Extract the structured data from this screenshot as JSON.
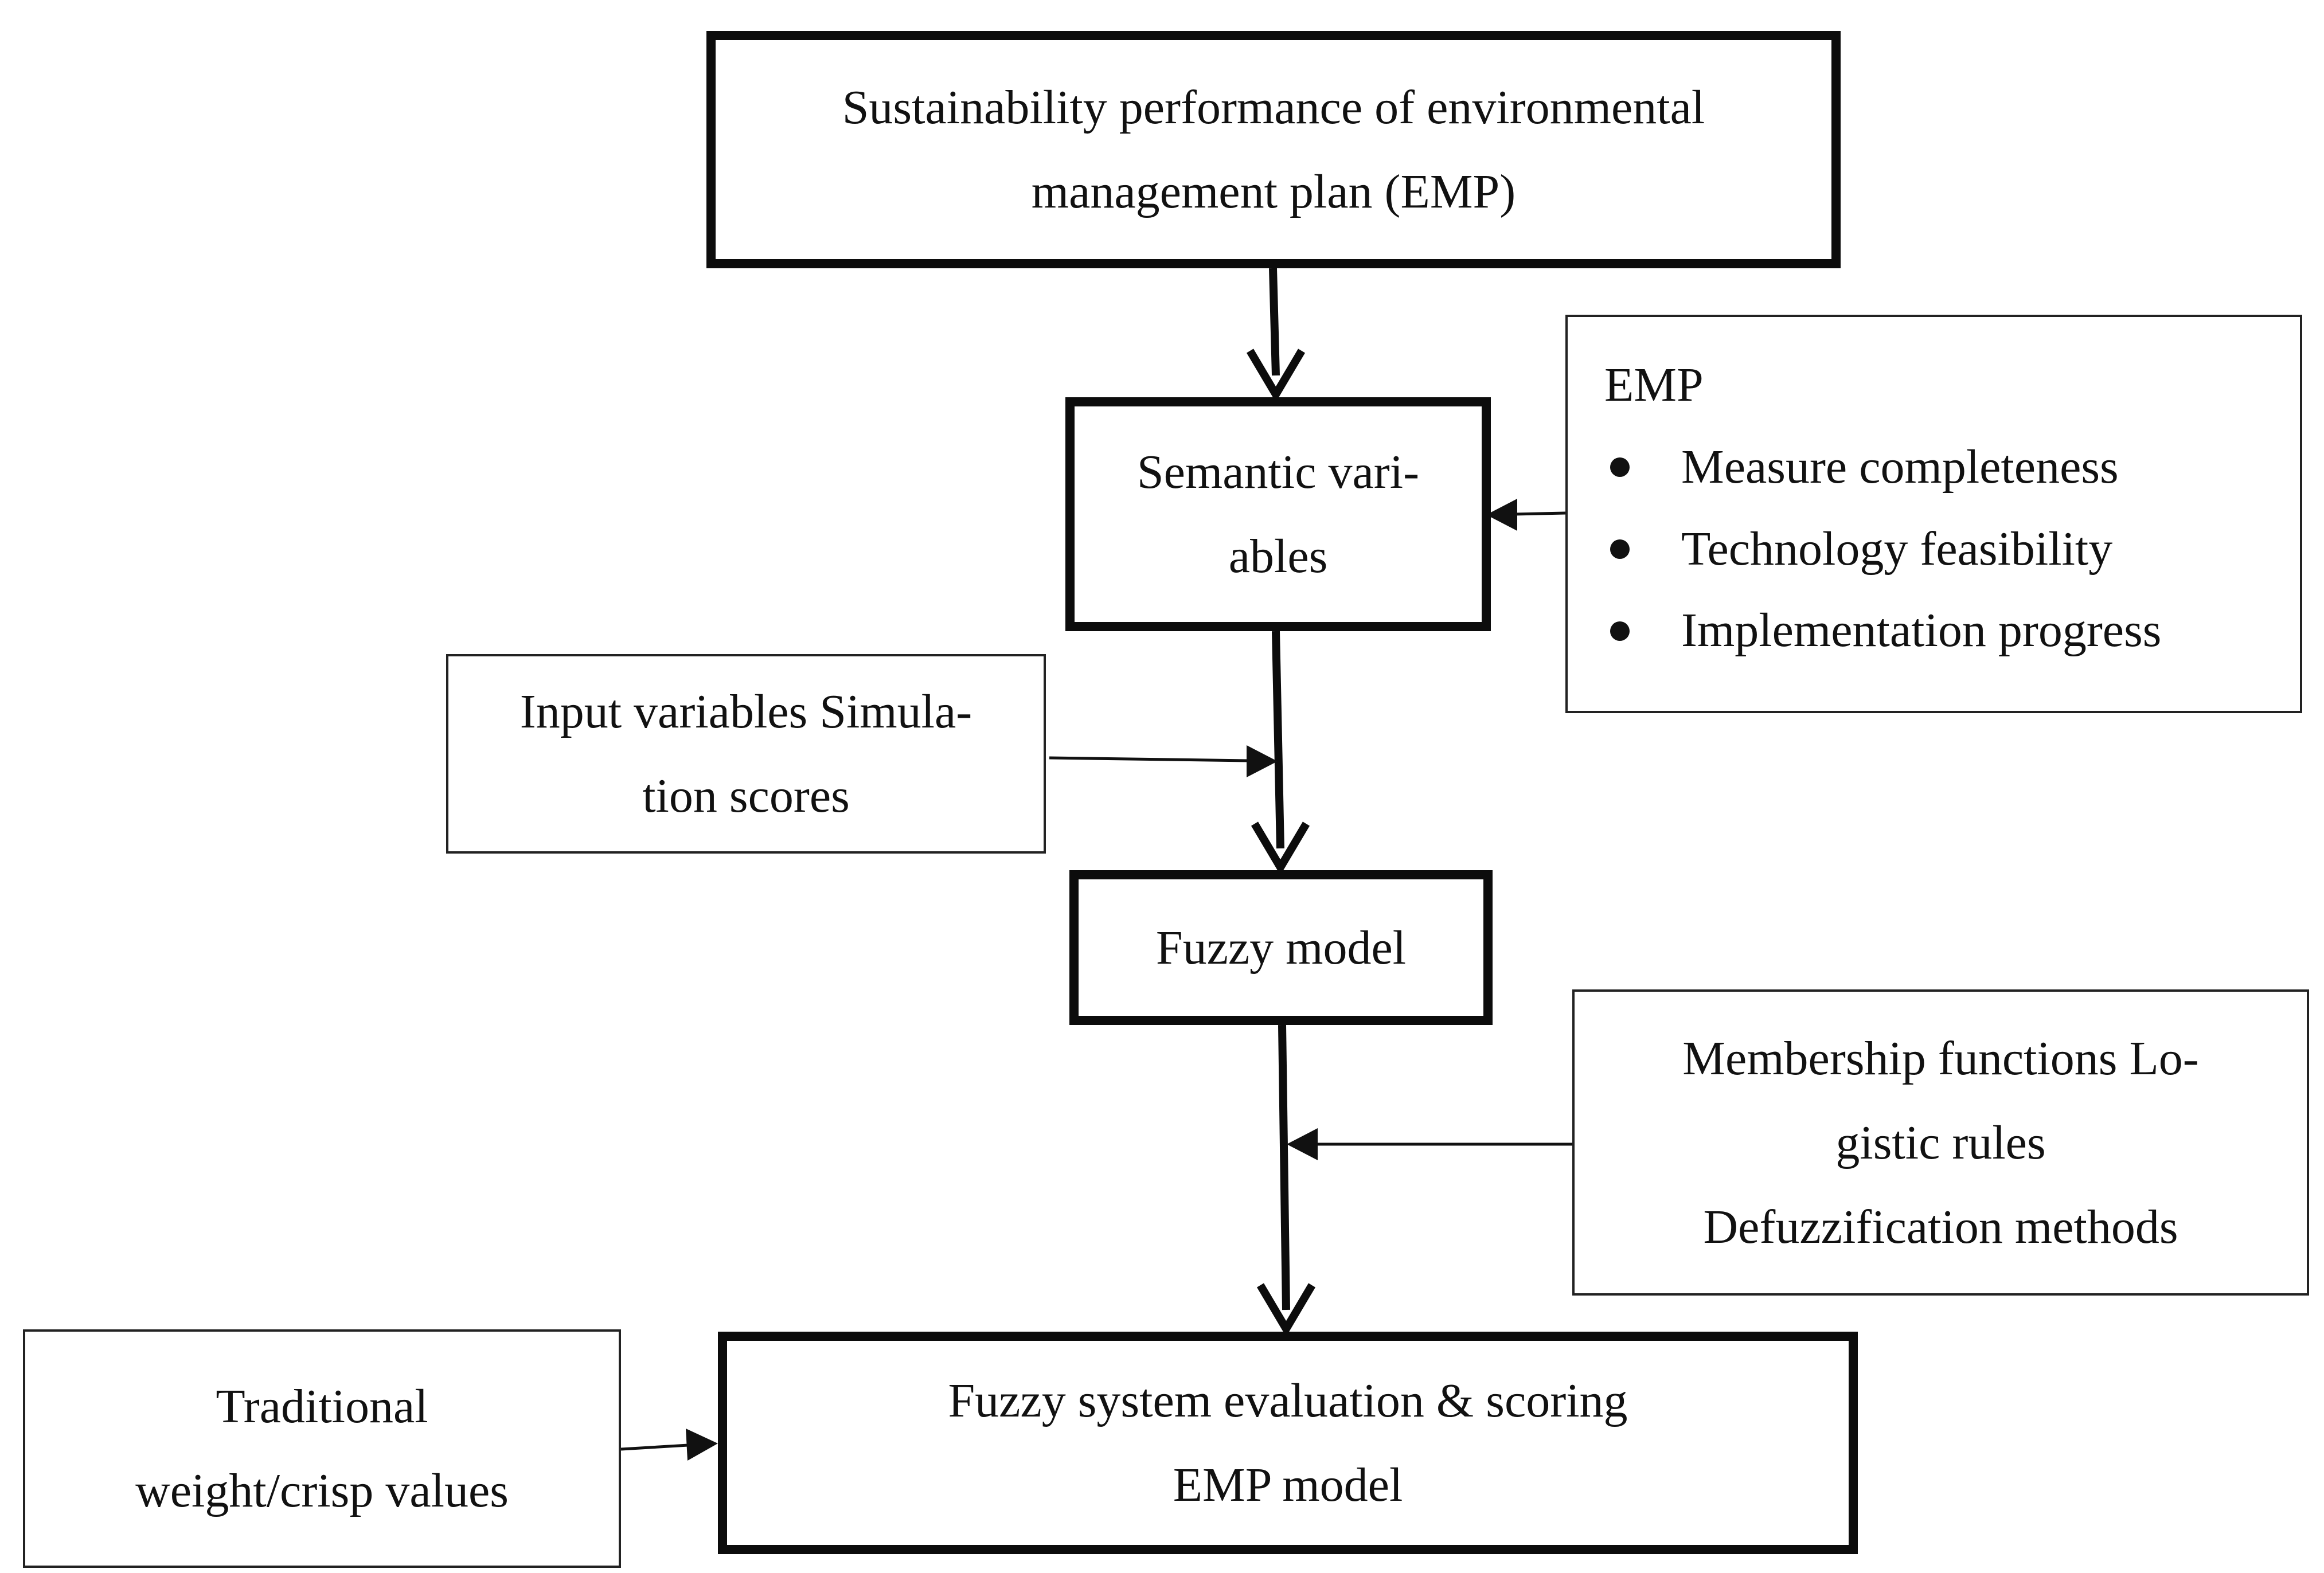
{
  "nodes": {
    "top": {
      "lines": [
        "Sustainability performance of environmental",
        "management plan (EMP)"
      ]
    },
    "semantic": {
      "lines": [
        "Semantic vari-",
        "ables"
      ]
    },
    "emp": {
      "heading": "EMP",
      "bullets": [
        "Measure completeness",
        "Technology feasibility",
        "Implementation progress"
      ]
    },
    "input": {
      "lines": [
        "Input variables Simula-",
        "tion scores"
      ]
    },
    "fuzzy": {
      "lines": [
        "Fuzzy model"
      ]
    },
    "membership": {
      "lines": [
        "Membership functions Lo-",
        "gistic rules",
        "Defuzzification methods"
      ]
    },
    "traditional": {
      "lines": [
        "Traditional",
        "weight/crisp values"
      ]
    },
    "evaluation": {
      "lines": [
        "Fuzzy system evaluation & scoring",
        "EMP model"
      ]
    }
  },
  "edges": [
    {
      "from": "top",
      "to": "semantic"
    },
    {
      "from": "emp",
      "to": "semantic"
    },
    {
      "from": "semantic",
      "to": "fuzzy"
    },
    {
      "from": "input",
      "to": "semantic-fuzzy-link"
    },
    {
      "from": "fuzzy",
      "to": "evaluation"
    },
    {
      "from": "membership",
      "to": "fuzzy-evaluation-link"
    },
    {
      "from": "traditional",
      "to": "evaluation"
    }
  ]
}
